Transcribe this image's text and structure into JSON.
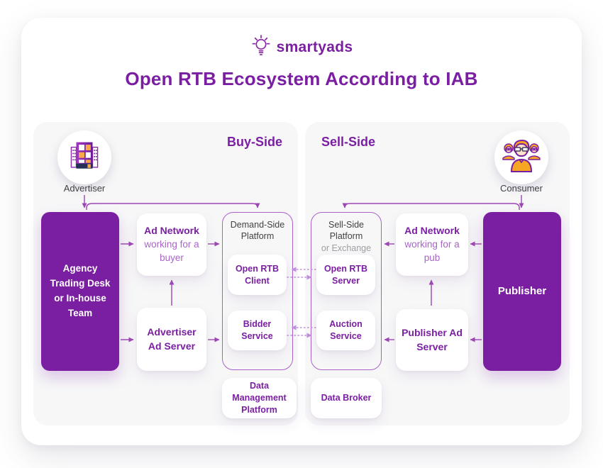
{
  "header": {
    "brand": "smartyads",
    "title": "Open RTB Ecosystem According to IAB"
  },
  "buy_side": {
    "panel_label": "Buy-Side",
    "actor_label": "Advertiser",
    "agency_box": "Agency Trading Desk or In-house Team",
    "ad_network_title": "Ad Network",
    "ad_network_subtitle": "working for a buyer",
    "ad_server": "Advertiser Ad Server",
    "dsp_title": "Demand-Side Platform",
    "open_rtb_client": "Open RTB Client",
    "bidder_service": "Bidder Service",
    "dmp": "Data Management Platform"
  },
  "sell_side": {
    "panel_label": "Sell-Side",
    "actor_label": "Consumer",
    "publisher_box": "Publisher",
    "ad_network_title": "Ad Network",
    "ad_network_subtitle": "working for a pub",
    "ad_server": "Publisher Ad Server",
    "ssp_title": "Sell-Side Platform",
    "ssp_subtitle": "or Exchange",
    "open_rtb_server": "Open RTB Server",
    "auction_service": "Auction Service",
    "data_broker": "Data Broker"
  },
  "colors": {
    "primary_purple": "#7B1FA2",
    "light_purple_text": "#A865C6",
    "arrow": "#9B46B4",
    "dotted_arrow": "#BE8FDC",
    "panel_bg": "#F7F7F8",
    "dark_text": "#3F3F44",
    "muted_text": "#9E9EA3",
    "accent_orange": "#F5A623"
  }
}
